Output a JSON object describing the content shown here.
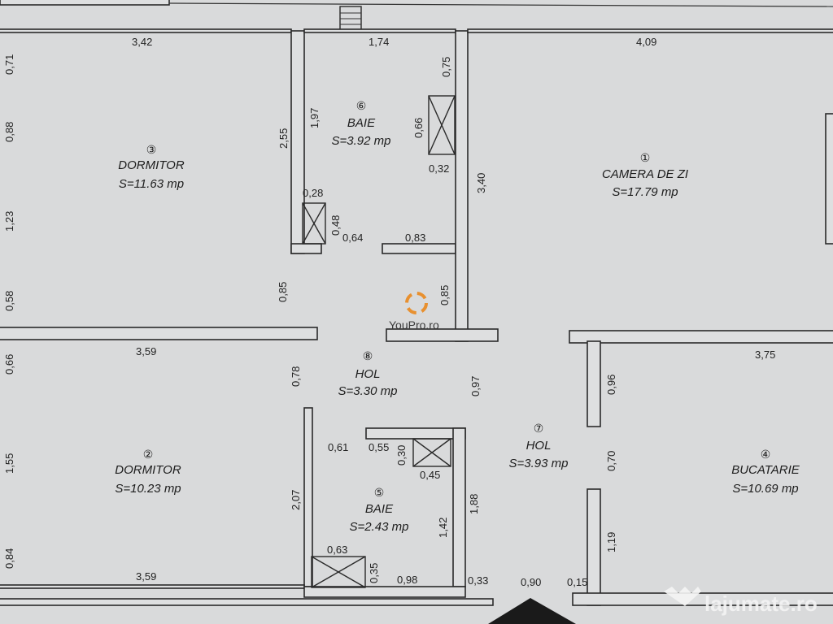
{
  "rooms": [
    {
      "number": "①",
      "name": "CAMERA DE ZI",
      "area": "S=17.79 mp"
    },
    {
      "number": "②",
      "name": "DORMITOR",
      "area": "S=10.23 mp"
    },
    {
      "number": "③",
      "name": "DORMITOR",
      "area": "S=11.63 mp"
    },
    {
      "number": "④",
      "name": "BUCATARIE",
      "area": "S=10.69 mp"
    },
    {
      "number": "⑤",
      "name": "BAIE",
      "area": "S=2.43 mp"
    },
    {
      "number": "⑥",
      "name": "BAIE",
      "area": "S=3.92 mp"
    },
    {
      "number": "⑦",
      "name": "HOL",
      "area": "S=3.93 mp"
    },
    {
      "number": "⑧",
      "name": "HOL",
      "area": "S=3.30 mp"
    }
  ],
  "dimensions": {
    "d342": "3,42",
    "d174": "1,74",
    "d409": "4,09",
    "d071": "0,71",
    "d088": "0,88",
    "d123": "1,23",
    "d058": "0,58",
    "d255": "2,55",
    "d197": "1,97",
    "d075": "0,75",
    "d066a": "0,66",
    "d032": "0,32",
    "d340": "3,40",
    "d028": "0,28",
    "d048": "0,48",
    "d064": "0,64",
    "d083": "0,83",
    "d085a": "0,85",
    "d085b": "0,85",
    "d359a": "3,59",
    "d066b": "0,66",
    "d078": "0,78",
    "d097": "0,97",
    "d096": "0,96",
    "d375": "3,75",
    "d155": "1,55",
    "d061": "0,61",
    "d055": "0,55",
    "d030": "0,30",
    "d045": "0,45",
    "d070": "0,70",
    "d207": "2,07",
    "d142": "1,42",
    "d188": "1,88",
    "d119": "1,19",
    "d084": "0,84",
    "d063": "0,63",
    "d035": "0,35",
    "d359b": "3,59",
    "d098": "0,98",
    "d033": "0,33",
    "d090": "0,90",
    "d015": "0,15"
  },
  "watermarks": {
    "youpro": "YouPro.ro",
    "lajumate": "lajumate.ro"
  },
  "colors": {
    "paper": "#dedfe0",
    "wall": "#2a2a2a",
    "youpro_orange": "#e8902f"
  }
}
